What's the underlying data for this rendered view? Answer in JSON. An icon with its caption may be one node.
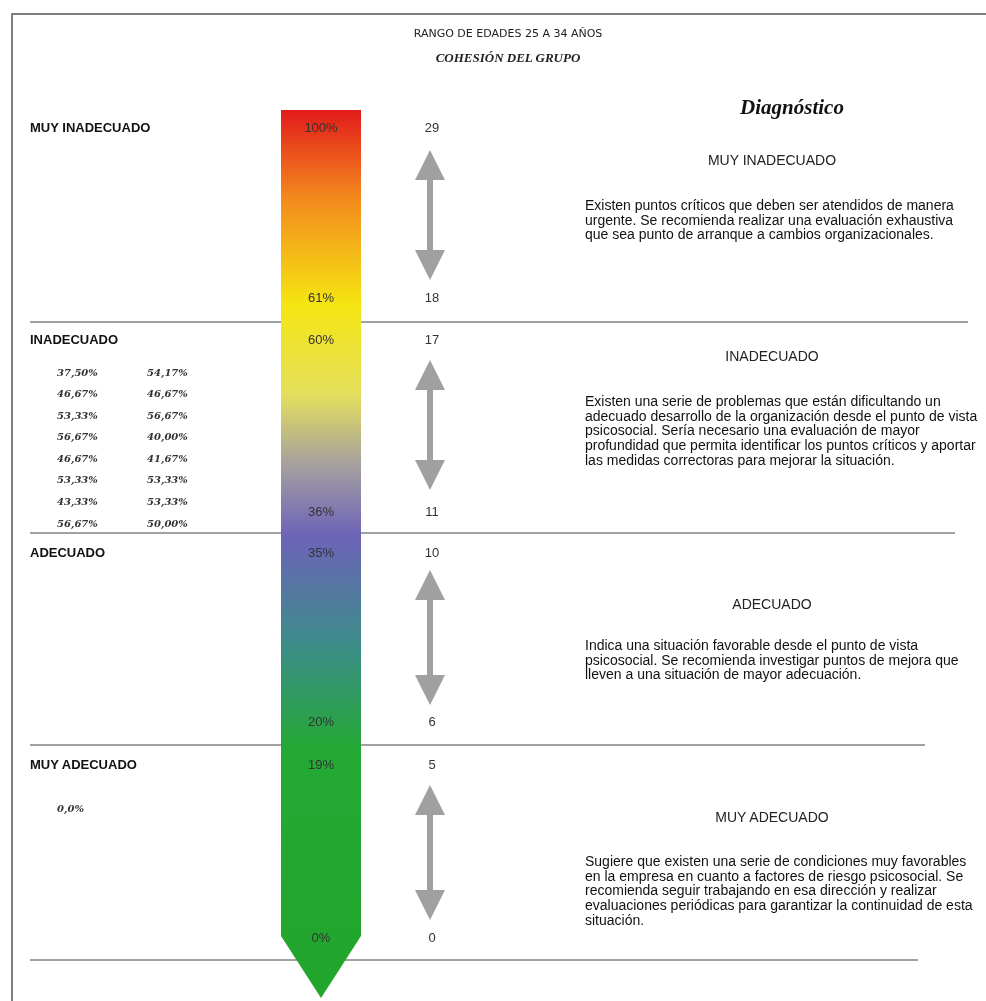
{
  "diagram": {
    "title": "RANGO DE EDADES 25 A 34 AÑOS",
    "nodes": [
      {
        "text": [
          "100%",
          "61%",
          "60%",
          "36%",
          "35%",
          "20%",
          "19%",
          "0%"
        ]
      }
    ],
    "labels": [
      "COHESIÓN DEL GRUPO",
      "Diagnóstico",
      "MUY INADECUADO",
      "29",
      "MUY INADECUADO",
      "Existen puntos críticos que deben ser atendidos de manera urgente. Se recomienda realizar una evaluación exhaustiva que sea punto de arranque a cambios organizacionales.",
      "18",
      "INADECUADO",
      "37,50%",
      "54,17%",
      "46,67%",
      "46,67%",
      "53,33%",
      "56,67%",
      "56,67%",
      "40,00%",
      "46,67%",
      "41,67%",
      "53,33%",
      "53,33%",
      "43,33%",
      "53,33%",
      "56,67%",
      "50,00%",
      "17",
      "INADECUADO",
      "Existen una serie de problemas que están dificultando un adecuado desarrollo de la organización desde el punto de vista psicosocial. Sería necesario una evaluación de mayor profundidad que permita identificar los puntos críticos y aportar las medidas correctoras para mejorar la situación.",
      "11",
      "ADECUADO",
      "10",
      "ADECUADO",
      "Indica una situación favorable desde el punto de vista psicosocial. Se recomienda investigar puntos de mejora que lleven a una situación de mayor adecuación.",
      "6",
      "MUY ADECUADO",
      "0,0%",
      "5",
      "MUY ADECUADO",
      "Sugiere que existen una serie de condiciones muy favorables en la empresa en cuanto a factores de riesgo psicosocial. Se recomienda seguir trabajando en esa dirección y realizar evaluaciones periódicas para garantizar la continuidad de esta situación.",
      "0"
    ]
  }
}
